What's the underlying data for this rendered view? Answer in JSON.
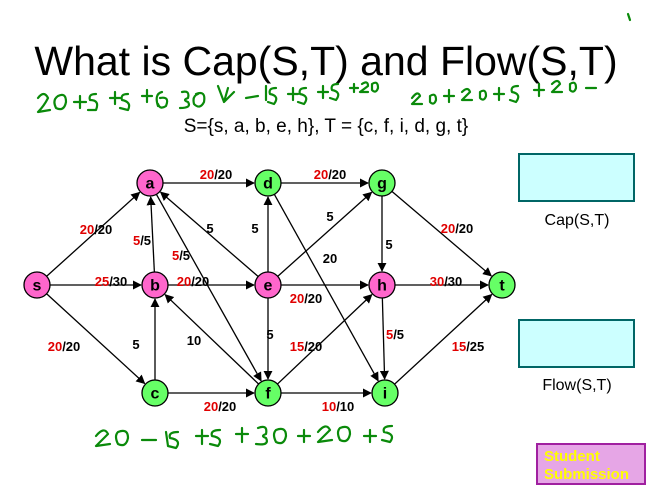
{
  "title": "What is Cap(S,T) and Flow(S,T)",
  "sets_text": "S={s, a, b, e, h},    T = {c, f, i, d, g, t}",
  "cap_label": "Cap(S,T)",
  "flow_label": "Flow(S,T)",
  "student_button": "Student\nSubmission",
  "colors": {
    "source_side_node": "#ff66cc",
    "sink_side_node": "#66ff66",
    "flow_value": "#e00000",
    "capacity_value": "#000000",
    "handwriting": "#0a8a0a",
    "answer_box": "#ccffff",
    "student_button_bg": "#e6a6e6",
    "student_button_text": "#ffff00"
  },
  "nodes": [
    {
      "id": "s",
      "side": "S"
    },
    {
      "id": "a",
      "side": "S"
    },
    {
      "id": "b",
      "side": "S"
    },
    {
      "id": "e",
      "side": "S"
    },
    {
      "id": "h",
      "side": "S"
    },
    {
      "id": "c",
      "side": "T"
    },
    {
      "id": "d",
      "side": "T"
    },
    {
      "id": "f",
      "side": "T"
    },
    {
      "id": "g",
      "side": "T"
    },
    {
      "id": "i",
      "side": "T"
    },
    {
      "id": "t",
      "side": "T"
    }
  ],
  "edges": [
    {
      "from": "s",
      "to": "a",
      "flow": "20",
      "cap": "/20"
    },
    {
      "from": "s",
      "to": "b",
      "flow": "25",
      "cap": "/30"
    },
    {
      "from": "s",
      "to": "c",
      "flow": "20",
      "cap": "/20"
    },
    {
      "from": "a",
      "to": "d",
      "flow": "20",
      "cap": "/20"
    },
    {
      "from": "d",
      "to": "g",
      "flow": "20",
      "cap": "/20"
    },
    {
      "from": "b",
      "to": "a",
      "flow": "5",
      "cap": "/5"
    },
    {
      "from": "c",
      "to": "b",
      "flow": "",
      "cap": "5"
    },
    {
      "from": "b",
      "to": "e",
      "flow": "20",
      "cap": "/20"
    },
    {
      "from": "e",
      "to": "h",
      "flow": "20",
      "cap": "/20"
    },
    {
      "from": "h",
      "to": "t",
      "flow": "30",
      "cap": "/30"
    },
    {
      "from": "g",
      "to": "t",
      "flow": "20",
      "cap": "/20"
    },
    {
      "from": "i",
      "to": "t",
      "flow": "15",
      "cap": "/25"
    },
    {
      "from": "e",
      "to": "a",
      "flow": "",
      "cap": "5"
    },
    {
      "from": "a",
      "to": "f",
      "flow": "5",
      "cap": "/5"
    },
    {
      "from": "f",
      "to": "b",
      "flow": "",
      "cap": "10"
    },
    {
      "from": "e",
      "to": "d",
      "flow": "",
      "cap": "5"
    },
    {
      "from": "e",
      "to": "g",
      "flow": "",
      "cap": "5"
    },
    {
      "from": "d",
      "to": "i",
      "flow": "",
      "cap": "20"
    },
    {
      "from": "g",
      "to": "h",
      "flow": "",
      "cap": "5"
    },
    {
      "from": "h",
      "to": "i",
      "flow": "5",
      "cap": "/5"
    },
    {
      "from": "e",
      "to": "f",
      "flow": "",
      "cap": "5"
    },
    {
      "from": "f",
      "to": "h",
      "flow": "15",
      "cap": "/20"
    },
    {
      "from": "c",
      "to": "f",
      "flow": "20",
      "cap": "/20"
    },
    {
      "from": "f",
      "to": "i",
      "flow": "10",
      "cap": "/10"
    }
  ]
}
